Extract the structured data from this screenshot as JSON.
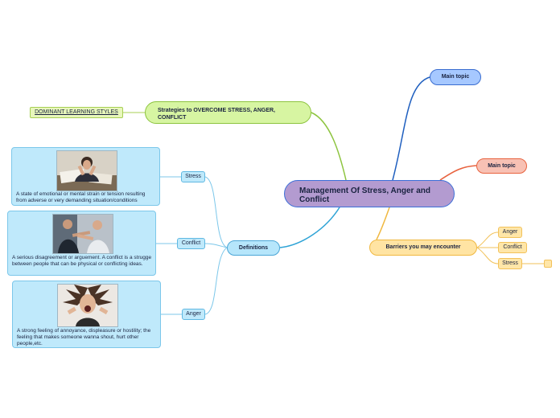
{
  "central": {
    "title": "Management Of Stress, Anger and Conflict"
  },
  "main_topics": [
    {
      "label": "Main topic",
      "color": "#a6c8ff"
    },
    {
      "label": "Main topic",
      "color": "#f8c1b4"
    }
  ],
  "strategies": {
    "label": "Strategies to OVERCOME STRESS, ANGER, CONFLICT"
  },
  "learning_styles": {
    "label": "DOMINANT LEARNING STYLES"
  },
  "barriers": {
    "label": "Barriers you may encounter",
    "items": [
      "Anger",
      "Conflict",
      "Stress"
    ]
  },
  "definitions": {
    "label": "Definitions",
    "items": [
      {
        "label": "Stress",
        "text": "A state of emotional or mental strain or tension resulting from adverse or very demanding situation/conditions",
        "image": "stressed-person-photo"
      },
      {
        "label": "Conflict",
        "text": "A serious disagreement or arguement. A conflict is a strugge between people that can be physical or conflicting ideas.",
        "image": "conflict-photo"
      },
      {
        "label": "Anger",
        "text": "A strong feeling of annoyance, displeasure or hostility; the feeling that makes someone wanna shout, hurt other people,etc.",
        "image": "angry-woman-photo"
      }
    ]
  },
  "colors": {
    "central": "#b39bd0",
    "blue_branch": "#1f5fbf",
    "orange_branch": "#e8623e",
    "green_branch": "#8dc43f",
    "yellow_branch": "#f0b840",
    "definitions_branch": "#2ea3d6"
  }
}
